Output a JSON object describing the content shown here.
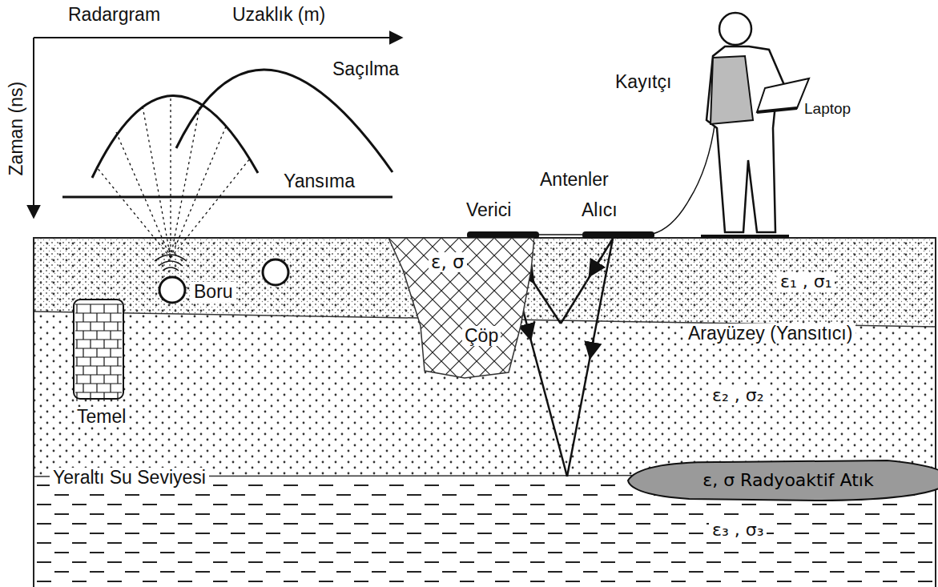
{
  "diagram": {
    "nodes": [
      {
        "text": [
          "Verici"
        ]
      },
      {
        "text": [
          "Alıcı"
        ]
      },
      {
        "text": [
          "ε, σ",
          "Çöp"
        ]
      },
      {
        "text": [
          "Temel"
        ]
      },
      {
        "text": [
          "ε, σ Radyoaktif Atık"
        ]
      }
    ],
    "labels": [
      "Radargram",
      "Uzaklık (m)",
      "Zaman (ns)",
      "Saçılma",
      "Yansıma",
      "Kayıtçı",
      "Laptop",
      "Antenler",
      "Boru",
      "ε₁ , σ₁",
      "Arayüzey (Yansıtıcı)",
      "ε₂ , σ₂",
      "Yeraltı Su Seviyesi",
      "ε₃ , σ₃"
    ]
  }
}
